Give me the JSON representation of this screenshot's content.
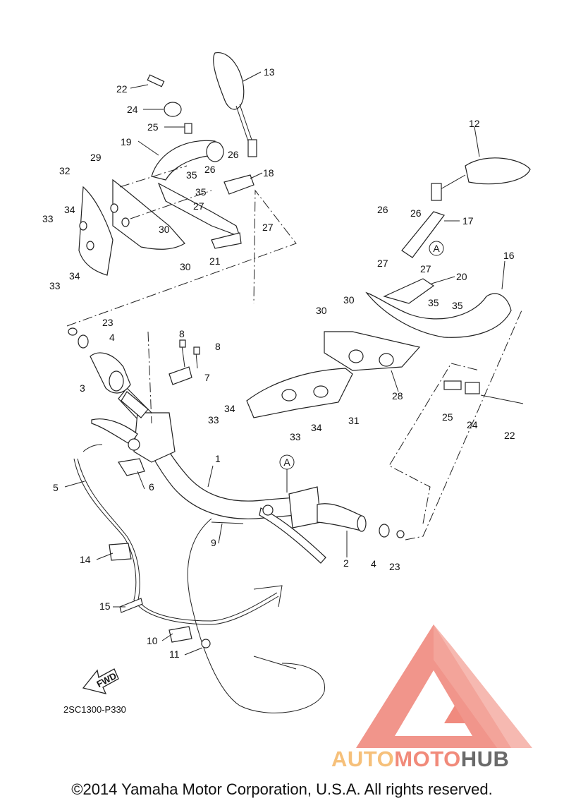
{
  "diagram": {
    "callouts": {
      "c1": "1",
      "c2": "2",
      "c3": "3",
      "c4a": "4",
      "c4b": "4",
      "c5": "5",
      "c6": "6",
      "c7": "7",
      "c8a": "8",
      "c8b": "8",
      "c9": "9",
      "c10": "10",
      "c11": "11",
      "c12": "12",
      "c13": "13",
      "c14": "14",
      "c15": "15",
      "c16": "16",
      "c17": "17",
      "c18": "18",
      "c19": "19",
      "c20": "20",
      "c21": "21",
      "c22a": "22",
      "c22b": "22",
      "c23a": "23",
      "c23b": "23",
      "c24a": "24",
      "c24b": "24",
      "c25a": "25",
      "c25b": "25",
      "c26a": "26",
      "c26b": "26",
      "c26c": "26",
      "c26d": "26",
      "c27a": "27",
      "c27b": "27",
      "c27c": "27",
      "c27d": "27",
      "c28": "28",
      "c29": "29",
      "c30a": "30",
      "c30b": "30",
      "c30c": "30",
      "c30d": "30",
      "c31": "31",
      "c32": "32",
      "c33a": "33",
      "c33b": "33",
      "c33c": "33",
      "c33d": "33",
      "c34a": "34",
      "c34b": "34",
      "c34c": "34",
      "c34d": "34",
      "c35a": "35",
      "c35b": "35",
      "c35c": "35",
      "c35d": "35"
    },
    "ref_marker_a1": "A",
    "ref_marker_a2": "A",
    "fwd_label": "FWD",
    "diagram_code": "2SC1300-P330"
  },
  "logo": {
    "part1": "AUTO",
    "part2": "MOTO",
    "part3": "HUB",
    "colors": {
      "auto": "#f6c07a",
      "moto": "#f18a7a",
      "hub": "#6a6a6a",
      "triangle": "#f08a7e"
    }
  },
  "footer": {
    "copyright": "©2014 Yamaha Motor Corporation, U.S.A. All rights reserved."
  }
}
